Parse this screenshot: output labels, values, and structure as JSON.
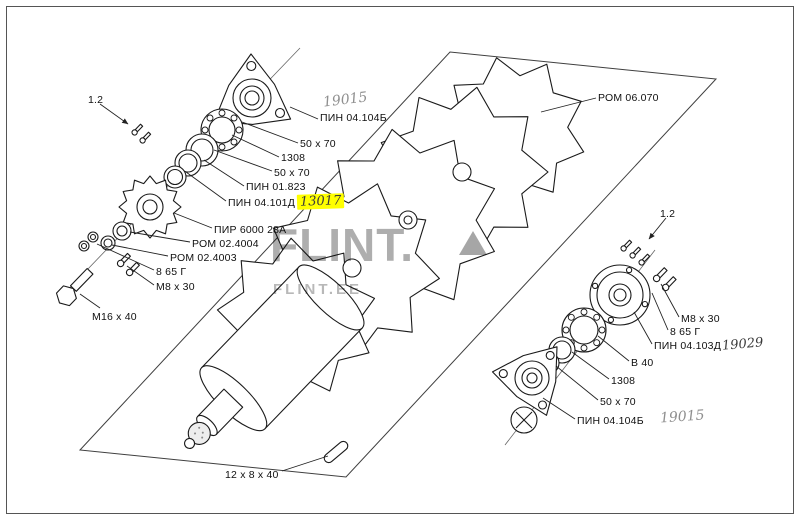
{
  "watermark": {
    "brand": "FLINT.",
    "sub": "FLINT.EE"
  },
  "colors": {
    "highlight": "#ffff00",
    "pencil": "#8f8f8f",
    "ink": "#3a3a3a",
    "line": "#1a1a1a"
  },
  "parts": {
    "ref_left": "1.2",
    "pin_04104b_left": "ПИН 04.104Б",
    "size_50x70_a": "50 x 70",
    "bearing_1308_a": "1308",
    "size_50x70_b": "50 x 70",
    "pin_01823": "ПИН 01.823",
    "pin_04101d": "ПИН 04.101Д",
    "pir_6000_28a": "ПИР 6000 28А",
    "rom_024004": "РОМ 02.4004",
    "rom_024003": "РОМ 02.4003",
    "washer_865g_left": "8 65 Г",
    "bolt_m8x30_left": "М8 x 30",
    "bolt_m16x40": "М16 x 40",
    "key_12x8x40": "12 x 8 x 40",
    "rom_06070": "РОМ 06.070",
    "ref_right": "1.2",
    "bolt_m8x30_right": "М8 x 30",
    "washer_865g_right": "8 65 Г",
    "pin_04103d": "ПИН 04.103Д",
    "ring_b40": "В 40",
    "bearing_1308_b": "1308",
    "size_50x70_c": "50 x 70",
    "pin_04104b_right": "ПИН 04.104Б"
  },
  "annotations": {
    "a_19015_top": "19015",
    "a_13017": "13017",
    "a_19029": "19029",
    "a_19015_bottom": "19015"
  }
}
